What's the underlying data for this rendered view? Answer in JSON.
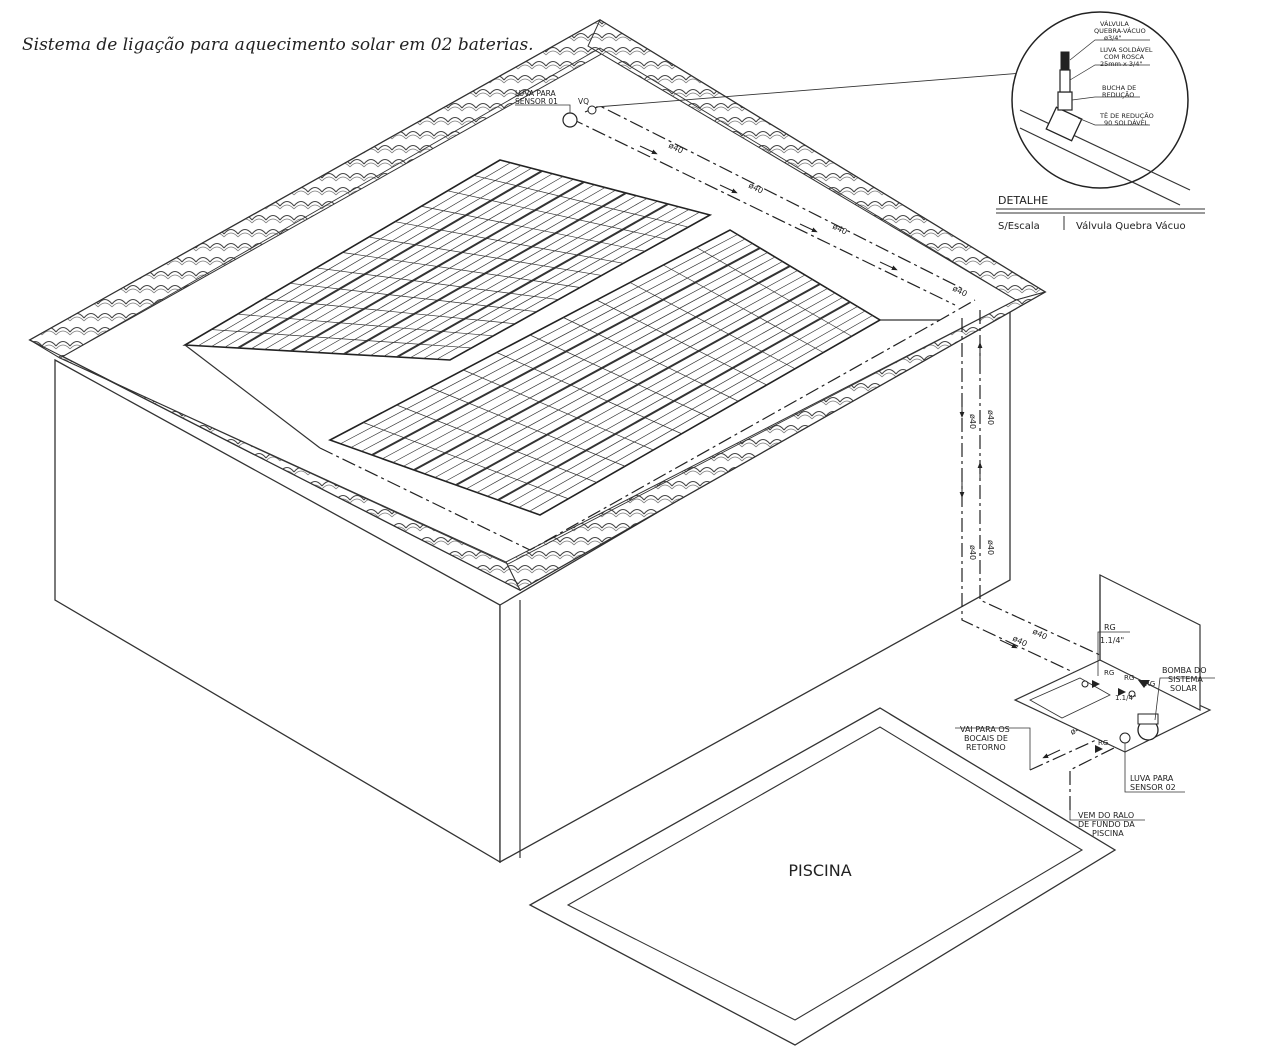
{
  "title": "Sistema de ligação para aquecimento solar em 02 baterias.",
  "detail": {
    "heading": "DETALHE",
    "scale": "S/Escala",
    "name": "Válvula Quebra Vácuo",
    "labels": {
      "valve": [
        "VÁLVULA",
        "QUEBRA-VÁCUO",
        "ø3/4\""
      ],
      "sleeve": [
        "LUVA SOLDÁVEL",
        "COM ROSCA",
        "25mm x 3/4\""
      ],
      "bushing": [
        "BUCHA DE",
        "REDUÇÃO"
      ],
      "tee": [
        "TÊ DE REDUÇÃO",
        "90 SOLDÁVEL"
      ]
    }
  },
  "labels": {
    "sensor1": [
      "LUVA PARA",
      "SENSOR 01"
    ],
    "vq": "VQ",
    "pipe": "ø40",
    "rg_tag": "RG",
    "rg_size": "1.1/4\"",
    "pump": [
      "BOMBA DO",
      "SISTEMA",
      "SOLAR"
    ],
    "returns": [
      "VAI PARA OS",
      "BOCAIS DE",
      "RETORNO"
    ],
    "sensor2": [
      "LUVA PARA",
      "SENSOR 02"
    ],
    "drain": [
      "VEM DO RALO",
      "DE FUNDO DA",
      "PISCINA"
    ],
    "rg1": "RG",
    "rg2": "RG",
    "rg3": "RG",
    "rg4": "RG",
    "size_small": "1.1/4\"",
    "pool": "PISCINA"
  }
}
